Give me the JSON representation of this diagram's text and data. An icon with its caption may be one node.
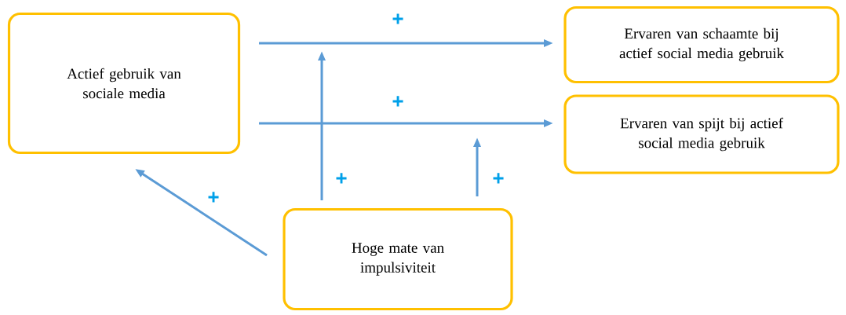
{
  "diagram": {
    "nodes": [
      {
        "text": [
          "Actief gebruik van sociale media"
        ]
      },
      {
        "text": [
          "Ervaren van schaamte bij actief social media gebruik"
        ]
      },
      {
        "text": [
          "Ervaren van spijt bij actief social media gebruik"
        ]
      },
      {
        "text": [
          "Hoge mate van impulsiviteit"
        ]
      }
    ],
    "edges": [
      {
        "from": 0,
        "to": 1,
        "arrow": "to",
        "label": "+"
      },
      {
        "from": 0,
        "to": 2,
        "arrow": "to",
        "label": "+"
      },
      {
        "from": 3,
        "to": 0,
        "arrow": "to",
        "label": "+"
      },
      {
        "from": 3,
        "to": null,
        "arrow": "to",
        "label": "+"
      },
      {
        "from": 3,
        "to": null,
        "arrow": "to",
        "label": "+"
      }
    ]
  }
}
